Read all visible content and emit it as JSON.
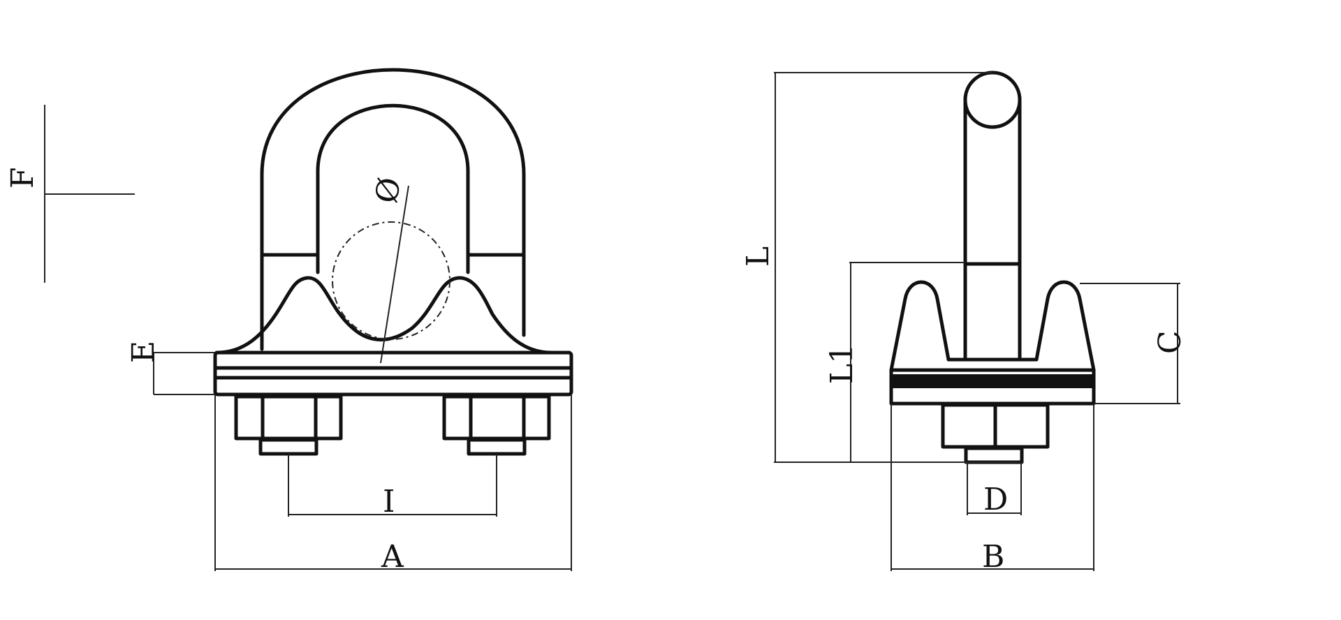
{
  "colors": {
    "line": "#111111",
    "background": "#ffffff"
  },
  "labels": {
    "A": "A",
    "B": "B",
    "C": "C",
    "D": "D",
    "E": "E",
    "F": "F",
    "I": "I",
    "L": "L",
    "L1": "L1",
    "phi": "Ø"
  }
}
